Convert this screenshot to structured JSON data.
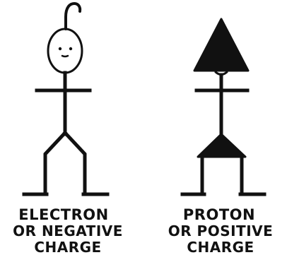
{
  "colors": {
    "ink": "#111111",
    "background": "#ffffff"
  },
  "figures": [
    {
      "id": "electron",
      "caption_lines": [
        "ELECTRON",
        "OR NEGATIVE",
        "CHARGE"
      ]
    },
    {
      "id": "proton",
      "caption_lines": [
        "PROTON",
        "OR POSITIVE",
        "CHARGE"
      ]
    }
  ]
}
